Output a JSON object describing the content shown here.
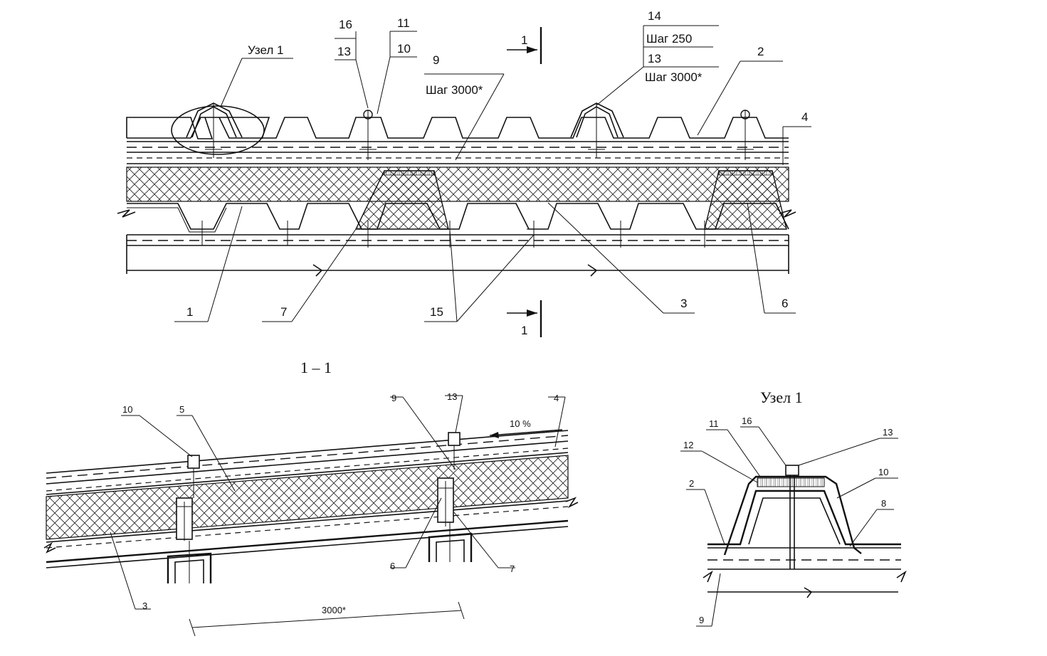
{
  "plan": {
    "node_ref": "Узел 1",
    "labels": {
      "l16": "16",
      "l13a": "13",
      "l11": "11",
      "l10": "10",
      "l9": "9",
      "l9_step": "Шаг 3000*",
      "l14": "14",
      "l14_step": "Шаг 250",
      "l13b": "13",
      "l13b_step": "Шаг 3000*",
      "l2": "2",
      "l4": "4",
      "l1": "1",
      "l7": "7",
      "l15": "15",
      "l3": "3",
      "l6": "6",
      "sec_top": "1",
      "sec_bottom": "1"
    }
  },
  "section": {
    "title": "1 – 1",
    "labels": {
      "l10": "10",
      "l5": "5",
      "l9": "9",
      "l13": "13",
      "l4": "4",
      "slope": "10 %",
      "l3": "3",
      "l6": "6",
      "l7": "7",
      "dim": "3000*"
    }
  },
  "node": {
    "title": "Узел 1",
    "labels": {
      "l11": "11",
      "l16": "16",
      "l13": "13",
      "l12": "12",
      "l10": "10",
      "l2": "2",
      "l8": "8",
      "l9": "9"
    }
  },
  "colors": {
    "line": "#111111",
    "background": "#ffffff"
  }
}
